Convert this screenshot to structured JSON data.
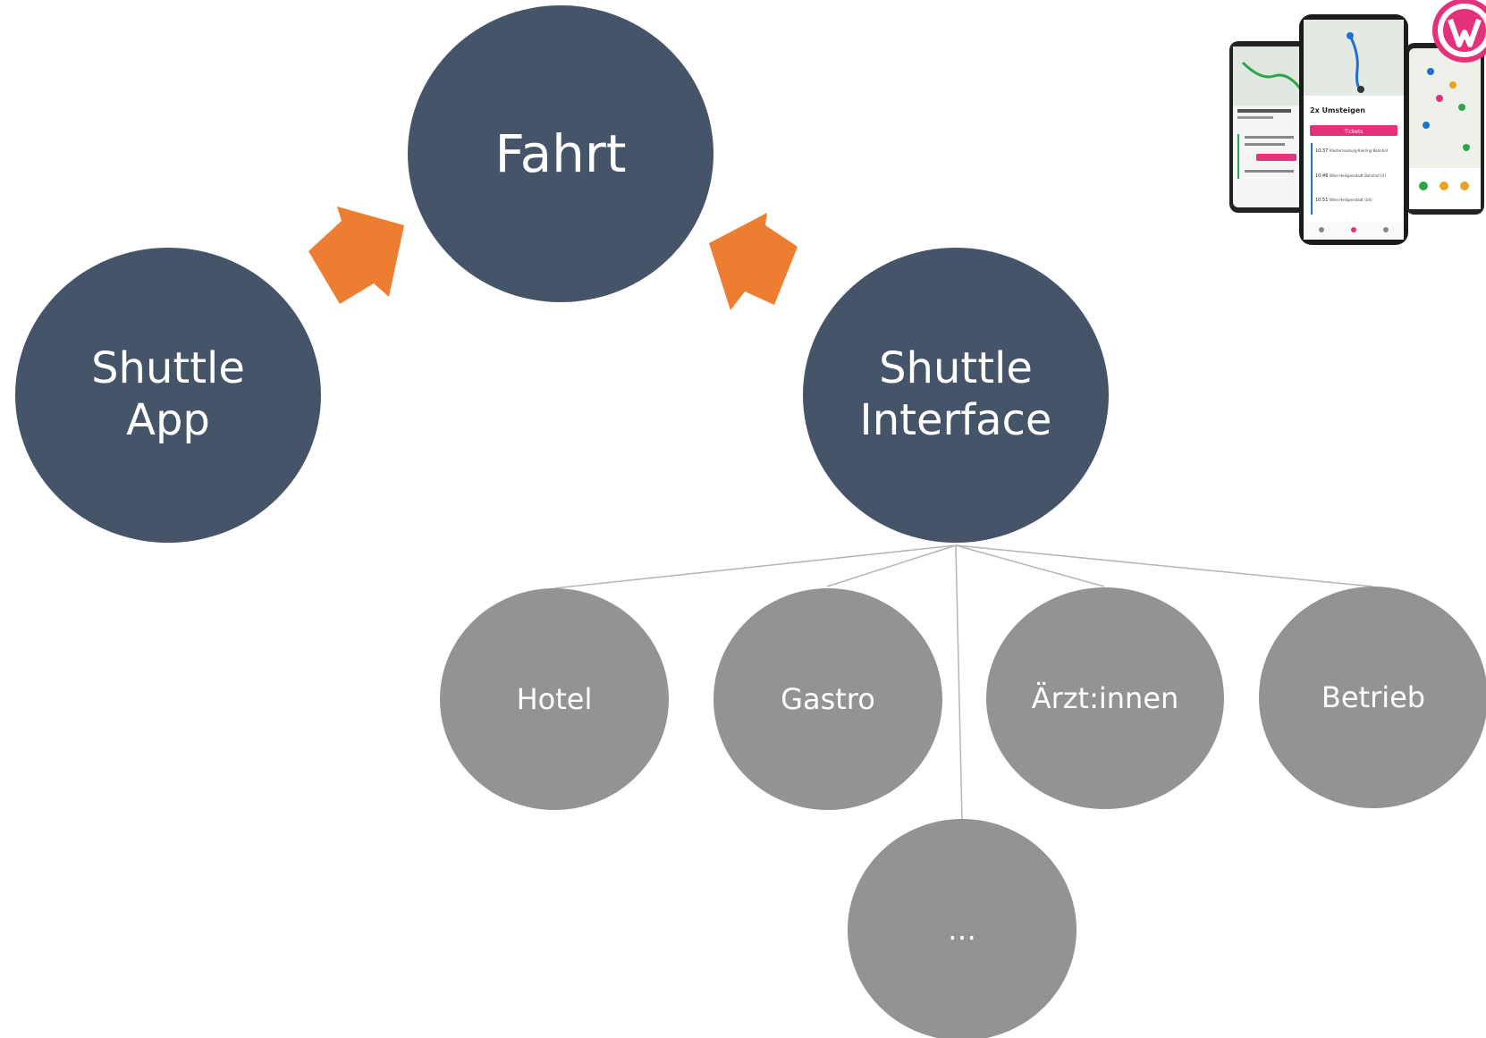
{
  "diagram": {
    "main_nodes": {
      "fahrt": "Fahrt",
      "shuttle_app": [
        "Shuttle",
        "App"
      ],
      "shuttle_interface": [
        "Shuttle",
        "Interface"
      ]
    },
    "sub_nodes": {
      "hotel": "Hotel",
      "gastro": "Gastro",
      "aerzt_innen": "Ärzt:innen",
      "betrieb": "Betrieb",
      "more": "…"
    }
  },
  "colors": {
    "main_node_fill": "#465469",
    "sub_node_fill": "#939393",
    "arrow_fill": "#ED7D31",
    "connector_line": "#b5b5b5",
    "logo_pink": "#E5307A"
  },
  "mockup": {
    "screen_heading": "2x Umsteigen",
    "button_label": "Tickets",
    "card_title": "City Airport Train",
    "stops": [
      "Klosterneuburg-Kierling Bahnhof",
      "Wien Heiligenstadt Bahnhof (U)",
      "Wien Heiligenstadt (U4)"
    ],
    "times": [
      "10:37",
      "10:46",
      "10:51"
    ]
  }
}
